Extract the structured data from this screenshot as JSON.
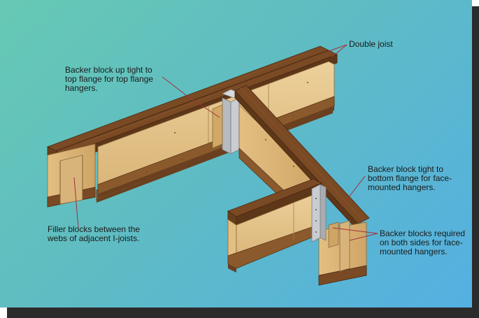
{
  "labels": {
    "double_joist": "Double joist",
    "backer_top": "Backer block up tight to\ntop flange for top flange\nhangers.",
    "backer_bottom": "Backer block tight to\nbottom flange for face-\nmounted hangers.",
    "backer_both": "Backer blocks required\non both sides for face-\nmounted hangers.",
    "filler": "Filler blocks between the\nwebs of adjacent I-joists."
  },
  "colors": {
    "background_start": "#66c9b4",
    "background_end": "#54b0e2",
    "flange": "#7a4a24",
    "flange_dark": "#5a3418",
    "web": "#e6c48a",
    "web_shade": "#d4ad6e",
    "hanger": "#c9ccd0",
    "leader": "#a0303a"
  }
}
